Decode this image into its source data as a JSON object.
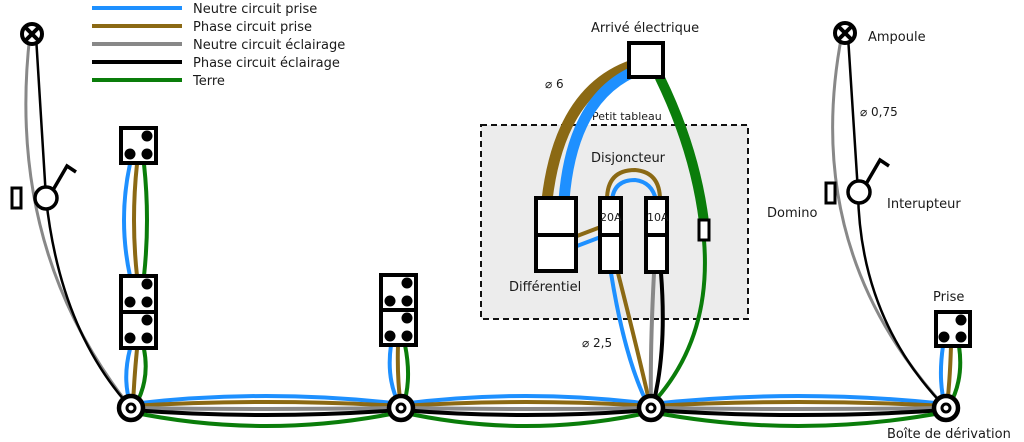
{
  "legend": [
    {
      "label": "Neutre circuit prise",
      "color": "#1e90ff"
    },
    {
      "label": "Phase circuit prise",
      "color": "#8b6914"
    },
    {
      "label": "Neutre circuit éclairage",
      "color": "#888888"
    },
    {
      "label": "Phase circuit éclairage",
      "color": "#000000"
    },
    {
      "label": "Terre",
      "color": "#0a7d0a"
    }
  ],
  "labels": {
    "arrive": "Arrivé électrique",
    "diam_6": "⌀ 6",
    "petit_tableau": "Petit tableau",
    "disjoncteur": "Disjoncteur",
    "breaker_20": "20A",
    "breaker_10": "10A",
    "differentiel": "Différentiel",
    "diam_25": "⌀ 2,5",
    "ampoule": "Ampoule",
    "diam_075": "⌀ 0,75",
    "interupteur": "Interupteur",
    "domino": "Domino",
    "prise": "Prise",
    "boite": "Boîte de dérivation"
  },
  "colors": {
    "neutre_prise": "#1e90ff",
    "phase_prise": "#8b6914",
    "neutre_eclairage": "#888888",
    "phase_eclairage": "#000000",
    "terre": "#0a7d0a",
    "panel_bg": "#ececec"
  }
}
